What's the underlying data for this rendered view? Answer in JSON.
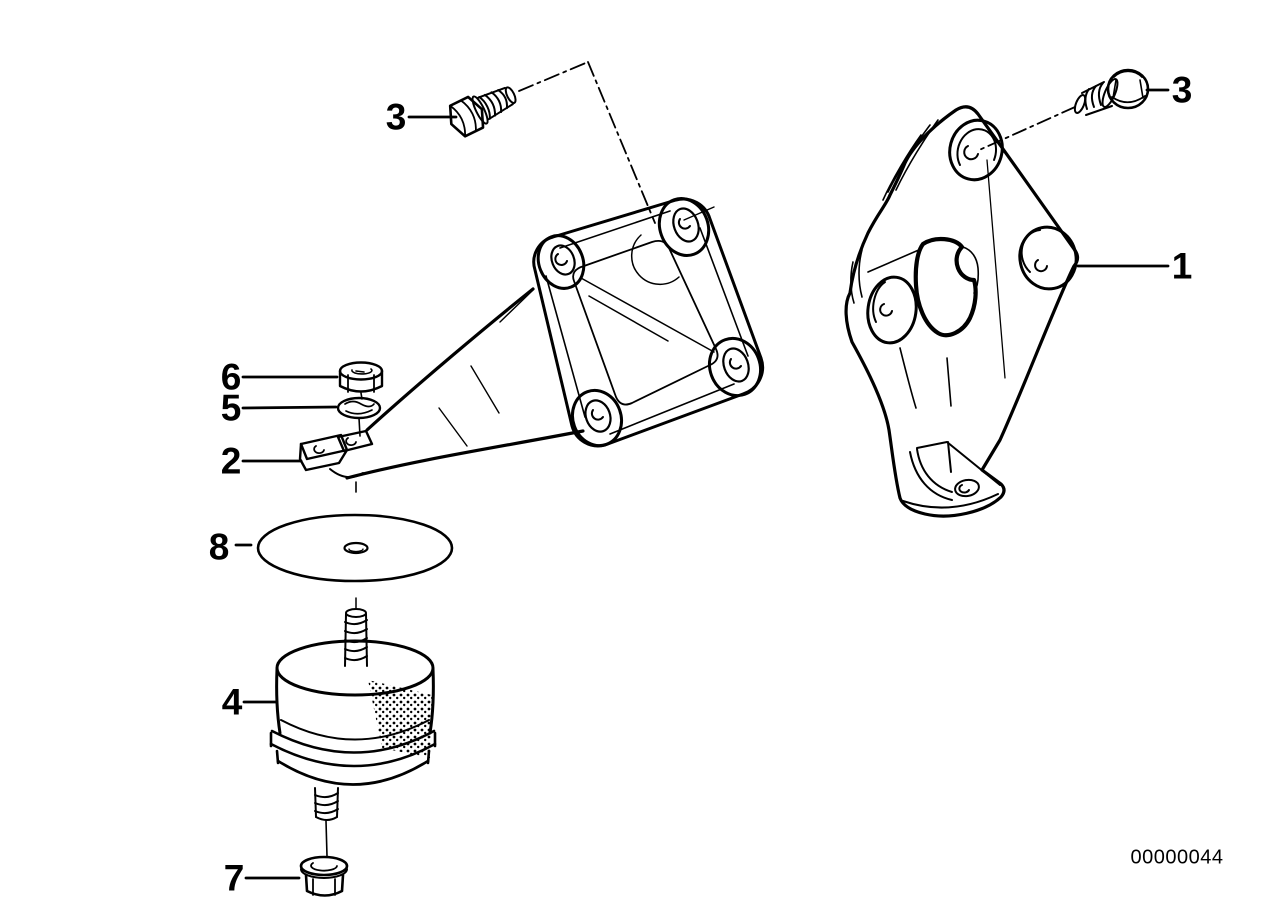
{
  "page": {
    "background_color": "#ffffff",
    "line_color": "#000000",
    "text_color": "#000000"
  },
  "diagram": {
    "doc_number": "00000044",
    "callouts": [
      {
        "label": "3",
        "points_to": "hex-bolt-upper-left"
      },
      {
        "label": "6",
        "points_to": "hex-nut"
      },
      {
        "label": "5",
        "points_to": "washer"
      },
      {
        "label": "2",
        "points_to": "clamp-bracket"
      },
      {
        "label": "8",
        "points_to": "shield-disc"
      },
      {
        "label": "4",
        "points_to": "rubber-mount-cylinder"
      },
      {
        "label": "7",
        "points_to": "flange-nut"
      },
      {
        "label": "3",
        "points_to": "hex-bolt-upper-right"
      },
      {
        "label": "1",
        "points_to": "support-bracket-right"
      }
    ]
  }
}
